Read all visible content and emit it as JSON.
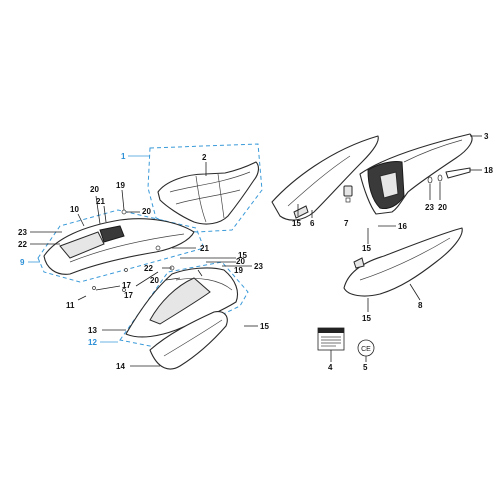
{
  "callouts": {
    "c1": "1",
    "c2": "2",
    "c3": "3",
    "c4": "4",
    "c5": "5",
    "c6": "6",
    "c7": "7",
    "c8": "8",
    "c9": "9",
    "c10": "10",
    "c11": "11",
    "c12": "12",
    "c13": "13",
    "c14": "14",
    "c15a": "15",
    "c15b": "15",
    "c15c": "15",
    "c15d": "15",
    "c15e": "15",
    "c16": "16",
    "c17a": "17",
    "c17b": "17",
    "c18": "18",
    "c19a": "19",
    "c19b": "19",
    "c20a": "20",
    "c20b": "20",
    "c20c": "20",
    "c20d": "20",
    "c20e": "20",
    "c21a": "21",
    "c21b": "21",
    "c22a": "22",
    "c22b": "22",
    "c23a": "23",
    "c23b": "23",
    "c23c": "23"
  },
  "colors": {
    "group_outline": "#3a9ad9",
    "group_label": "#2b8fd6",
    "line": "#222222"
  },
  "ce_mark": "CE"
}
